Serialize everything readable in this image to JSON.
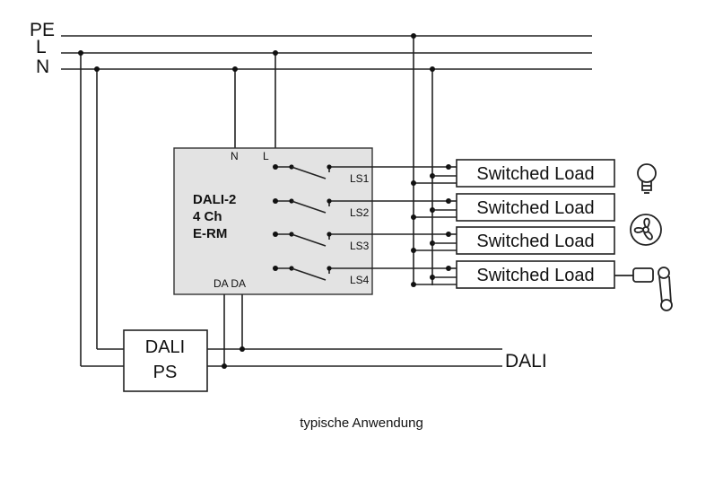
{
  "rails": [
    "PE",
    "L",
    "N"
  ],
  "module": {
    "lines": [
      "DALI-2",
      "4 Ch",
      "E-RM"
    ],
    "terminal_n": "N",
    "terminal_l": "L",
    "bus_terminals": "DA DA",
    "channels": [
      "LS1",
      "LS2",
      "LS3",
      "LS4"
    ]
  },
  "loads": [
    "Switched Load",
    "Switched Load",
    "Switched Load",
    "Switched Load"
  ],
  "load_icons": [
    "light-bulb-icon",
    "fan-icon",
    "motor-icon",
    ""
  ],
  "power_supply": [
    "DALI",
    "PS"
  ],
  "bus_label": "DALI",
  "caption": "typische Anwendung"
}
